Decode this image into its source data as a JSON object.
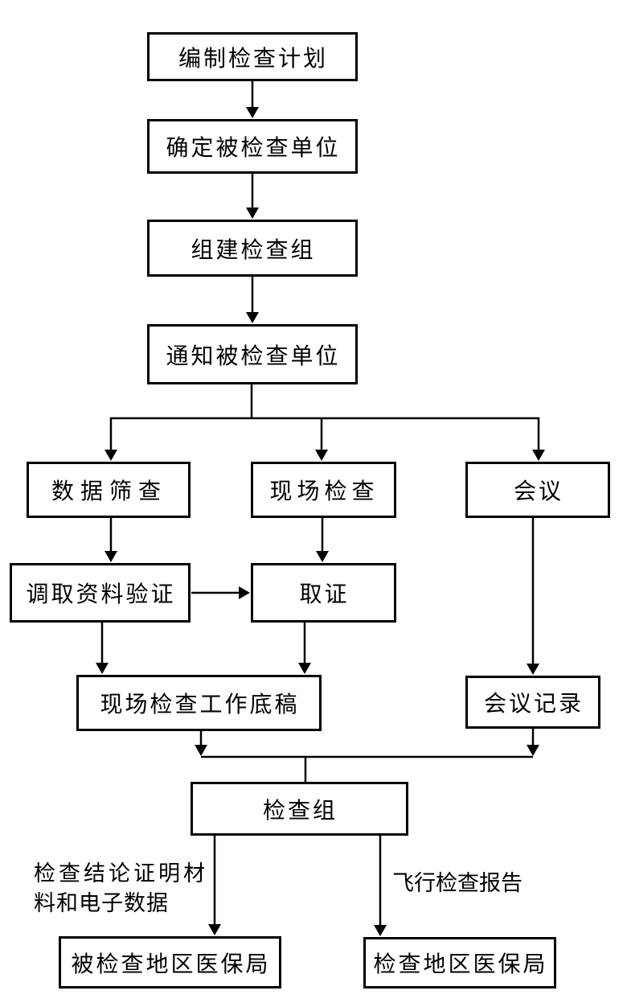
{
  "page": {
    "background": "#ffffff"
  },
  "flowchart": {
    "colors": {
      "line": "#000000",
      "box_border": "#000000",
      "box_fill": "#ffffff",
      "text": "#000000"
    },
    "nodes": {
      "plan": {
        "label": "编制检查计划"
      },
      "determine_unit": {
        "label": "确定被检查单位"
      },
      "form_team": {
        "label": "组建检查组"
      },
      "notify_unit": {
        "label": "通知被检查单位"
      },
      "data_screening": {
        "label": "数据筛查"
      },
      "onsite_inspection": {
        "label": "现场检查"
      },
      "meeting": {
        "label": "会议"
      },
      "retrieve_verify": {
        "label": "调取资料验证"
      },
      "evidence": {
        "label": "取证"
      },
      "working_paper": {
        "label": "现场检查工作底稿"
      },
      "meeting_minutes": {
        "label": "会议记录"
      },
      "inspection_team": {
        "label": "检查组"
      },
      "inspected_bureau": {
        "label": "被检查地区医保局"
      },
      "inspecting_bureau": {
        "label": "检查地区医保局"
      }
    },
    "edge_labels": {
      "conclusion_materials_line1": "检查结论证明材",
      "conclusion_materials_line2": "料和电子数据",
      "flight_report": "飞行检查报告"
    }
  }
}
